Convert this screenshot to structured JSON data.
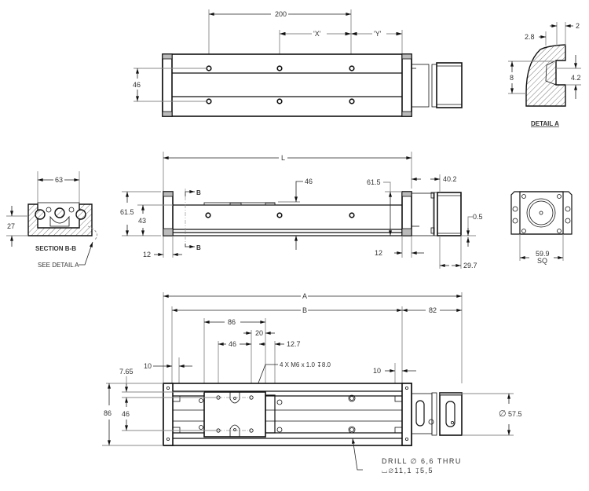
{
  "drawing": {
    "top_view": {
      "dims": {
        "hole_pitch": "200",
        "x_dim": "'X'",
        "y_dim": "'Y'",
        "rail_spacing": "46"
      }
    },
    "detail_a": {
      "title": "DETAIL  A",
      "dims": {
        "width_a": "2.8",
        "width_b": "2",
        "height_a": "8",
        "slot_height": "4.2"
      }
    },
    "section_bb": {
      "title": "SECTION   B-B",
      "callout": "SEE DETAIL   A",
      "dims": {
        "width": "63",
        "height": "27"
      }
    },
    "side_view": {
      "section_marker": "B",
      "dims": {
        "length": "L",
        "carriage_height": "46",
        "overall_height_left": "61.5",
        "rail_height": "43",
        "end_cap_left": "12",
        "overall_height_right": "61.5",
        "end_cap_right": "12",
        "motor_adapter": "40.2",
        "motor_offset": "0.5",
        "motor_length": "29.7"
      }
    },
    "motor_end_view": {
      "dims": {
        "flange": "59.9",
        "flange_suffix": "SQ"
      }
    },
    "bottom_view": {
      "dims": {
        "overall": "A",
        "stroke_base": "B",
        "motor_overhang": "82",
        "carriage_width": "86",
        "hole_spacing_x": "20",
        "hole_spacing_46": "46",
        "offset_12_7": "12.7",
        "end_left": "10",
        "end_right": "10",
        "edge_offset": "7.65",
        "overall_width": "86",
        "hole_spacing_y": "46",
        "motor_diameter": "57.5",
        "diameter_symbol": "∅"
      },
      "notes": {
        "tapped_holes": "4 X M6 x 1.0 ↧8.0",
        "drill_line1": "DRILL ∅  6,6  THRU",
        "drill_line2": "⌴∅11,1  ↧5,5"
      }
    }
  },
  "colors": {
    "outline": "#111111",
    "dimension_line": "#888888",
    "background": "#ffffff"
  }
}
